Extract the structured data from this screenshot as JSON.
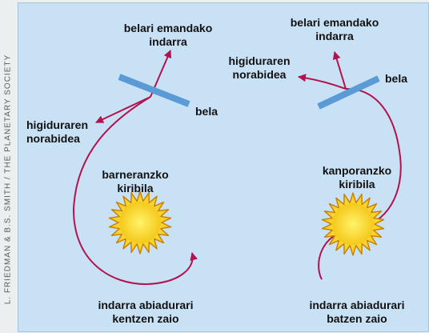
{
  "credit": "L. FRIEDMAN & B.S. SMITH / THE PLANETARY SOCIETY",
  "colors": {
    "background": "#c9e1f5",
    "arrow": "#b3124e",
    "sail": "#5b9bd5",
    "sun_fill": "#f9d825",
    "sun_outline": "#c77f00"
  },
  "left": {
    "force_label": [
      "belari emandako",
      "indarra"
    ],
    "velocity_label": [
      "higiduraren",
      "norabidea"
    ],
    "sail_label": "bela",
    "spiral_label": [
      "barneranzko",
      "kiribila"
    ],
    "effect_label": [
      "indarra abiadurari",
      "kentzen zaio"
    ]
  },
  "right": {
    "force_label": [
      "belari emandako",
      "indarra"
    ],
    "velocity_label": [
      "higiduraren",
      "norabidea"
    ],
    "sail_label": "bela",
    "spiral_label": [
      "kanporanzko",
      "kiribila"
    ],
    "effect_label": [
      "indarra abiadurari",
      "batzen zaio"
    ]
  },
  "icons": [
    "sun-icon",
    "sail-icon",
    "arrow-icon"
  ]
}
